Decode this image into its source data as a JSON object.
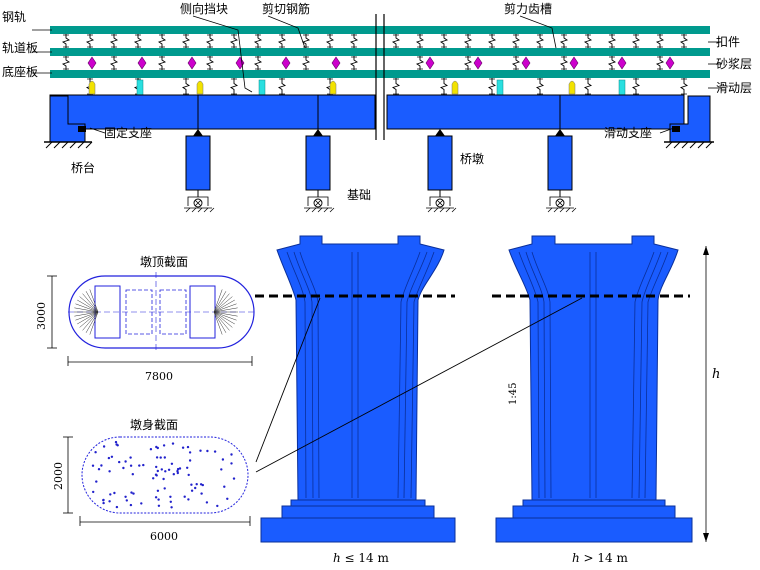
{
  "labels": {
    "rail": "钢轨",
    "track_slab": "轨道板",
    "base_slab": "底座板",
    "fastener": "扣件",
    "mortar_layer": "砂浆层",
    "sliding_layer": "滑动层",
    "side_block": "侧向挡块",
    "shear_rebar": "剪切钢筋",
    "shear_groove": "剪力齿槽",
    "abutment": "桥台",
    "fixed_bearing": "固定支座",
    "pier": "桥墩",
    "foundation": "基础",
    "sliding_bearing": "滑动支座",
    "pier_top_section": "墩顶截面",
    "pier_body_section": "墩身截面",
    "dim_top_width": "7800",
    "dim_top_height": "3000",
    "dim_body_width": "6000",
    "dim_body_height": "2000",
    "dim_145": "1:45",
    "h_symbol": "h",
    "caption_left_var": "h",
    "caption_left_rest": " ≤ 14 m",
    "caption_right_var": "h",
    "caption_right_rest": " > 14 m"
  },
  "colors": {
    "teal": "#009a8e",
    "blue": "#1a5cff",
    "magenta": "#cc00cc",
    "yellow": "#f2e200",
    "cyan": "#29dfe0",
    "black": "#000000"
  }
}
